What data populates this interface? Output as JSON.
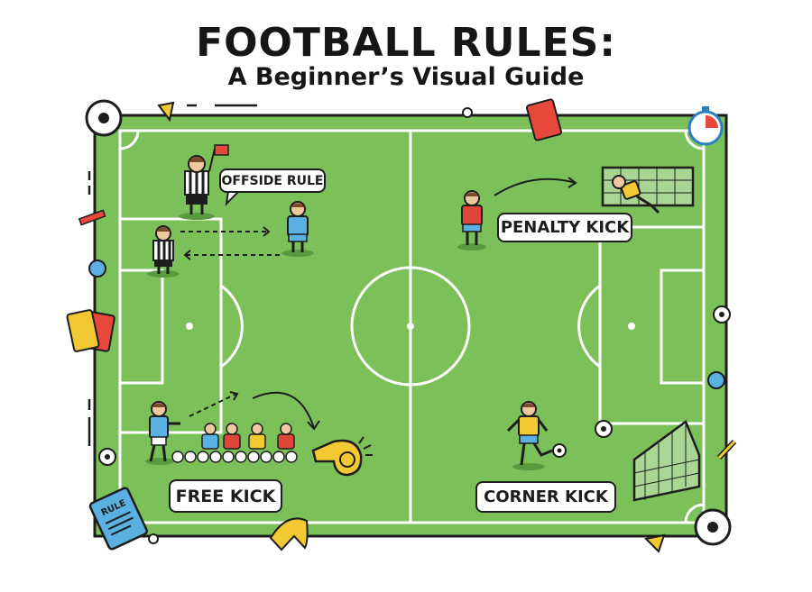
{
  "title": {
    "main": "FOOTBALL RULES:",
    "subtitle": "A Beginner’s Visual Guide"
  },
  "labels": {
    "offside": "OFFSIDE RULE",
    "penalty": "PENALTY KICK",
    "free_kick": "FREE KICK",
    "corner": "CORNER KICK",
    "rule_book": "RULE"
  },
  "colors": {
    "pitch": "#7cc05a",
    "lines": "#ffffff",
    "red_card": "#e8473b",
    "yellow_card": "#f2c933",
    "blue_shirt": "#5ab0e0",
    "red_shirt": "#e0453a"
  }
}
